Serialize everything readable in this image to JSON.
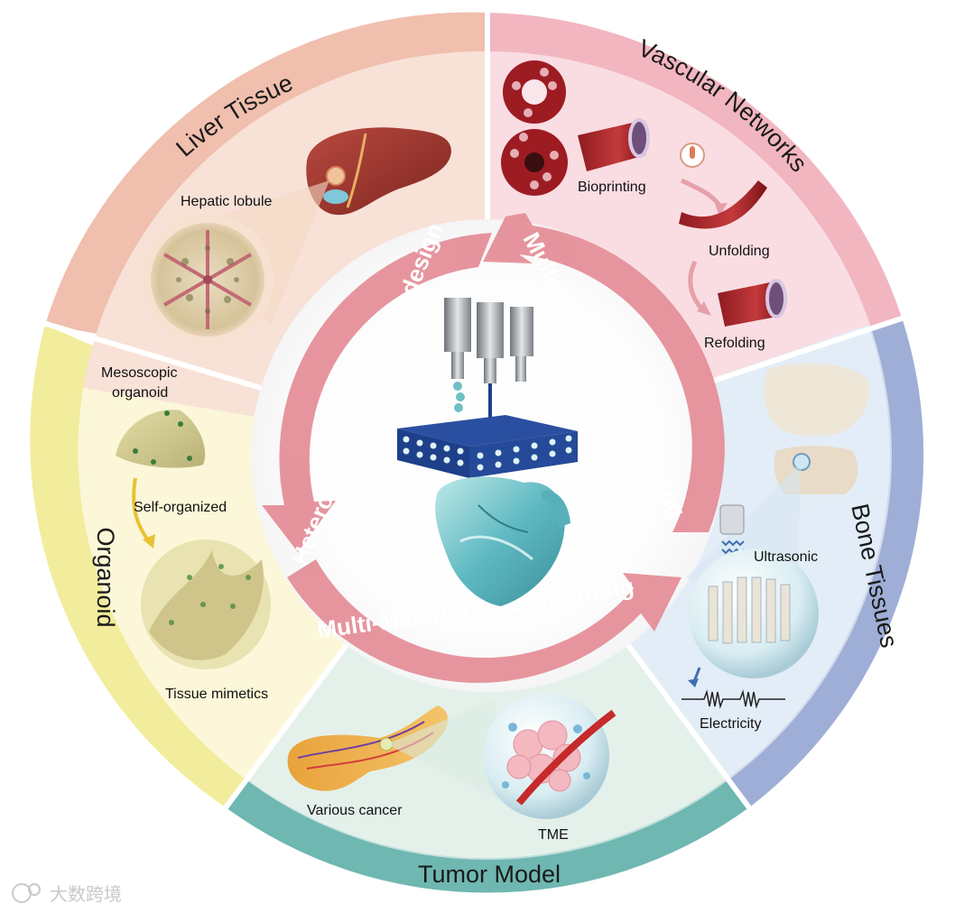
{
  "segments": {
    "liver": {
      "title": "Liver Tissue",
      "label_lobule": "Hepatic lobule",
      "color": "#f0bfae"
    },
    "vascular": {
      "title": "Vascular Networks",
      "label_bioprinting": "Bioprinting",
      "label_unfolding": "Unfolding",
      "label_refolding": "Refolding",
      "color": "#f2b6c1"
    },
    "bone": {
      "title": "Bone Tissues",
      "label_ultrasonic": "Ultrasonic",
      "label_electricity": "Electricity",
      "color": "#9eaed6"
    },
    "tumor": {
      "title": "Tumor Model",
      "label_cancer": "Various cancer",
      "label_tme": "TME",
      "color": "#6fb7b1"
    },
    "organoid": {
      "title": "Organoid",
      "label_meso_1": "Mesoscopic",
      "label_meso_2": "organoid",
      "label_self": "Self-organized",
      "label_mimetics": "Tissue mimetics",
      "color": "#f2ec9d"
    }
  },
  "arrows": {
    "design": "Heterogeneous construct design",
    "four_d": "Multi-Material 4D Bioprinting",
    "three_d": "Multi-Material 3D Bioprinting",
    "color": "#e48c96"
  },
  "watermark": "大数跨境"
}
